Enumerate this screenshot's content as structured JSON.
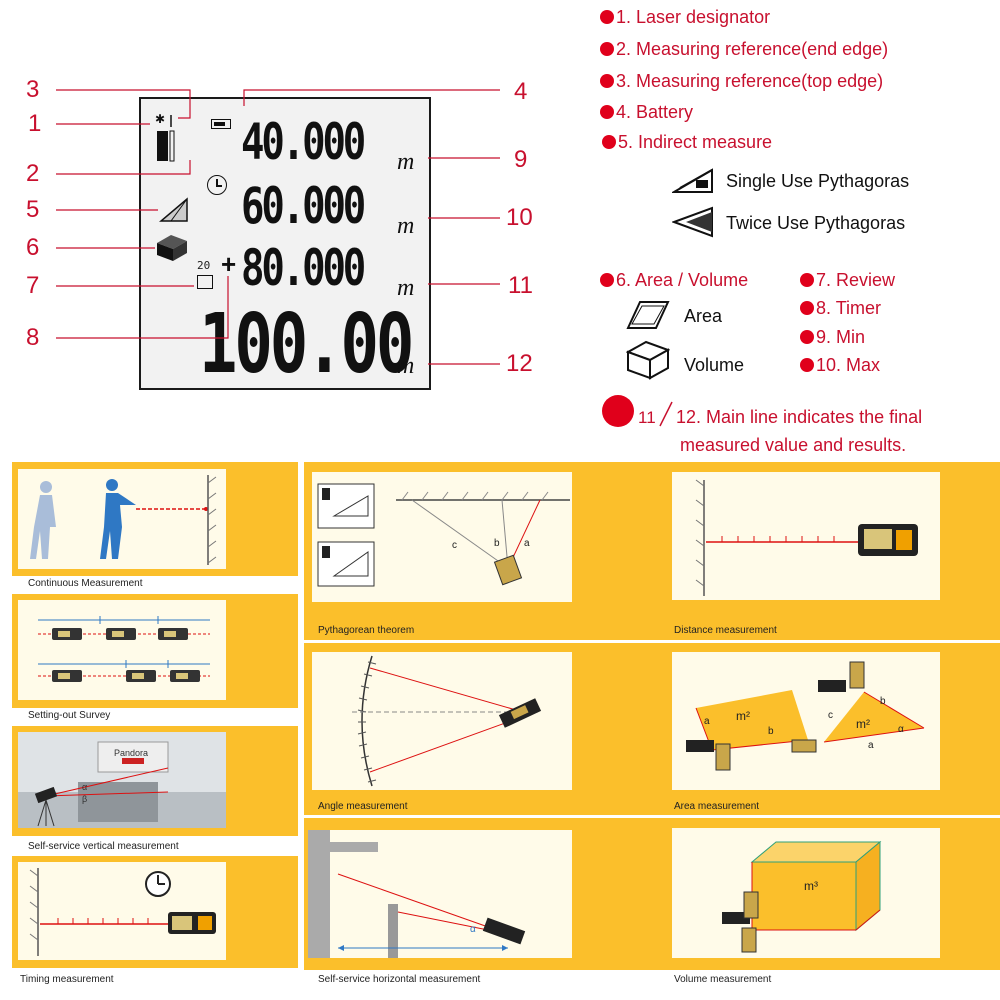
{
  "callouts": {
    "n1": "1",
    "n2": "2",
    "n3": "3",
    "n4": "4",
    "n5": "5",
    "n6": "6",
    "n7": "7",
    "n8": "8",
    "n9": "9",
    "n10": "10",
    "n11": "11",
    "n12": "12"
  },
  "lcd": {
    "line1": "40.000",
    "line2": "60.000",
    "line3": "80.000",
    "main": "100.00",
    "plus": "+",
    "memory_index": "20",
    "unit": "m"
  },
  "legend": {
    "l1": "1. Laser designator",
    "l2": "2. Measuring reference(end edge)",
    "l3": "3. Measuring reference(top edge)",
    "l4": "4. Battery",
    "l5": "5. Indirect measure",
    "single_pyth": "Single Use Pythagoras",
    "twice_pyth": "Twice Use Pythagoras",
    "l6": "6. Area / Volume",
    "area": "Area",
    "volume": "Volume",
    "l7": "7. Review",
    "l8": "8. Timer",
    "l9": "9. Min",
    "l10": "10. Max",
    "l11": "11",
    "l12": "12. Main line indicates the final",
    "l12b": "measured value and results."
  },
  "panels": {
    "continuous": "Continuous Measurement",
    "setting_out": "Setting-out Survey",
    "vertical": "Self-service vertical measurement",
    "timing": "Timing measurement",
    "pythagorean": "Pythagorean theorem",
    "angle": "Angle measurement",
    "horizontal": "Self-service horizontal measurement",
    "distance": "Distance measurement",
    "area": "Area measurement",
    "volume": "Volume measurement"
  },
  "diagram_labels": {
    "a": "a",
    "b": "b",
    "c": "c",
    "m2": "m²",
    "m3": "m³",
    "alpha": "α",
    "beta": "β",
    "brand": "Pandora"
  },
  "colors": {
    "accent": "#c8102e",
    "panel": "#fbbf2b",
    "laser": "#dd1111"
  }
}
